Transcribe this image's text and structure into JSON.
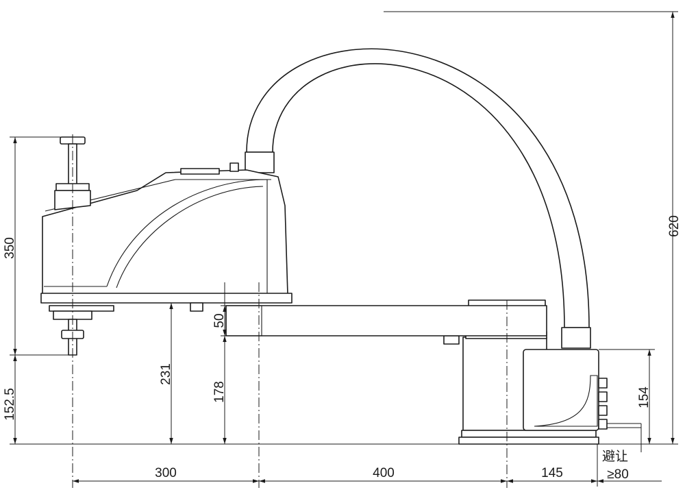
{
  "dimensions": {
    "reach_300": "300",
    "reach_400": "400",
    "base_145": "145",
    "height_350": "350",
    "height_152_5": "152.5",
    "height_231": "231",
    "height_178": "178",
    "arm_50": "50",
    "base_154": "154",
    "cable_620": "620"
  },
  "notes": {
    "clearance_label": "避让",
    "clearance_value": "≥80"
  }
}
